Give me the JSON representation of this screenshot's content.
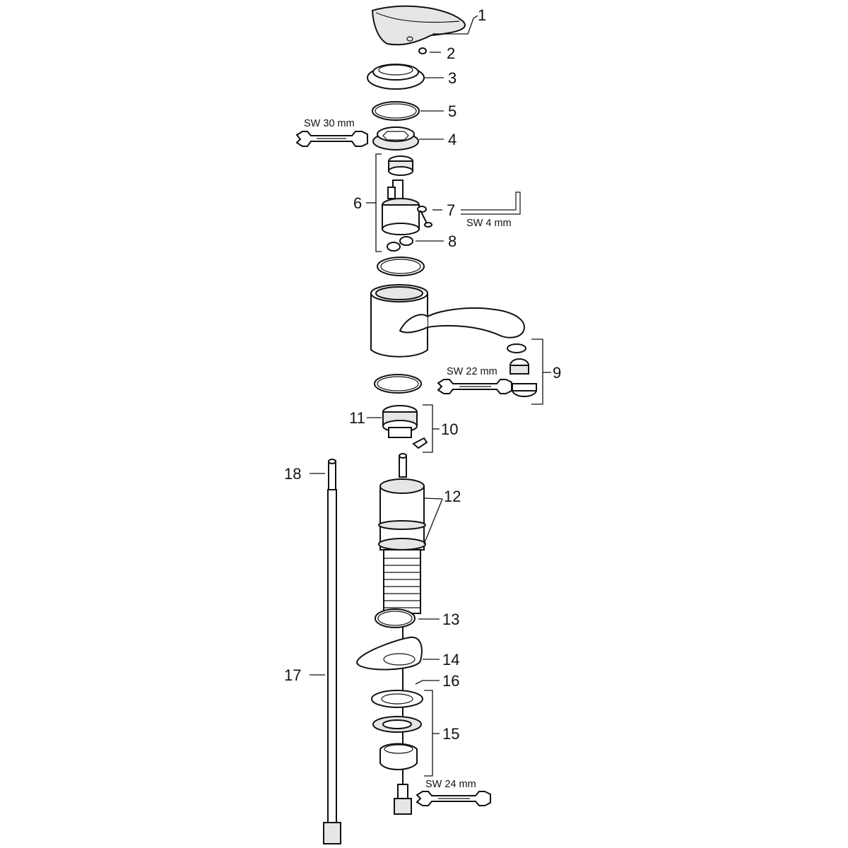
{
  "callouts": {
    "c1": "1",
    "c2": "2",
    "c3": "3",
    "c4": "4",
    "c5": "5",
    "c6": "6",
    "c7": "7",
    "c8": "8",
    "c9": "9",
    "c10": "10",
    "c11": "11",
    "c12": "12",
    "c13": "13",
    "c14": "14",
    "c15": "15",
    "c16": "16",
    "c17": "17",
    "c18": "18"
  },
  "wrench_labels": {
    "sw30": "SW 30 mm",
    "sw4": "SW 4 mm",
    "sw22": "SW 22 mm",
    "sw24": "SW 24 mm"
  },
  "icons": {
    "tool": "open-end-wrench-icon",
    "hex_key": "hex-key-icon"
  },
  "colors": {
    "line": "#111111",
    "fill": "#ffffff",
    "shade": "#e6e6e6"
  }
}
